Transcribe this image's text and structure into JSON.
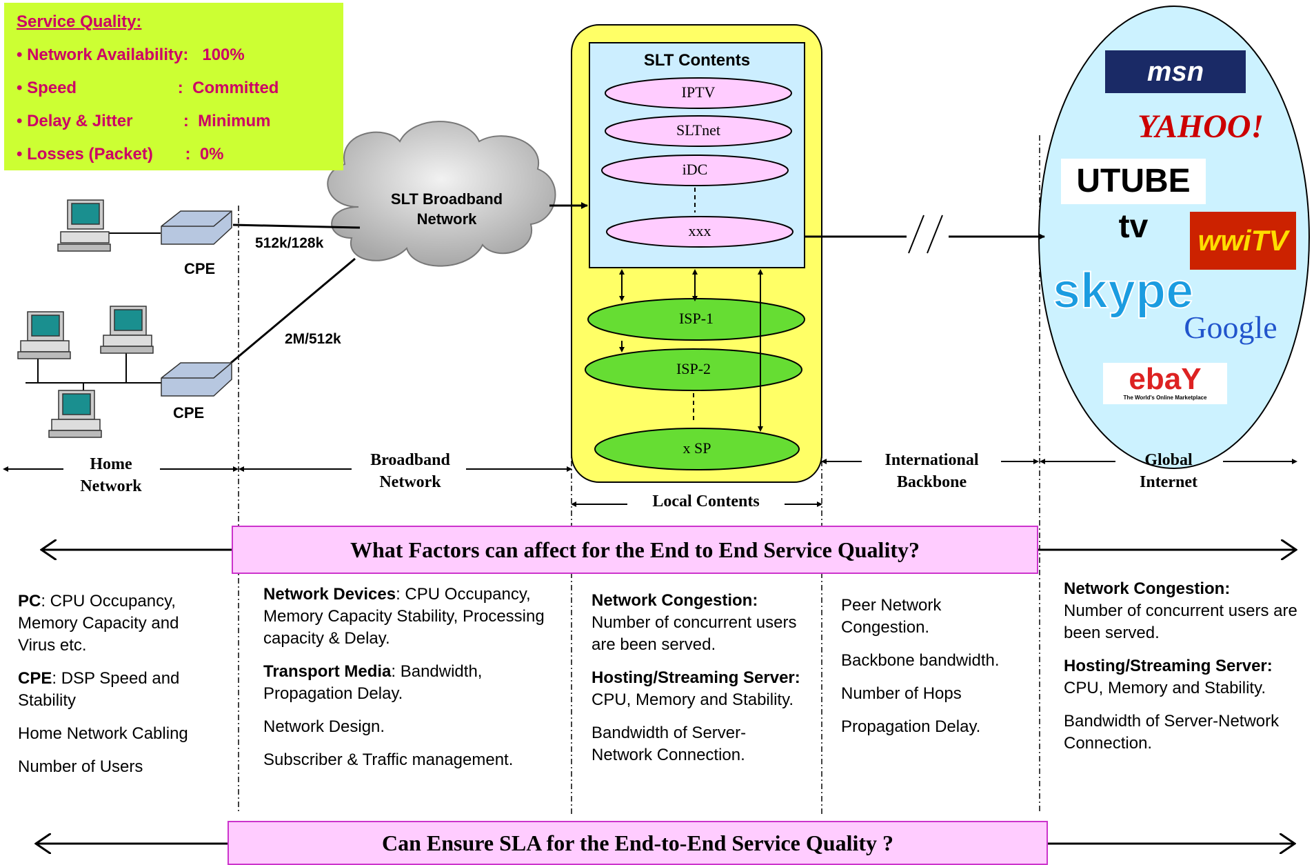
{
  "service_quality": {
    "title": "Service Quality:",
    "items": [
      "• Network Availability:   100%",
      "• Speed                      :  Committed",
      "• Delay & Jitter           :  Minimum",
      "• Losses (Packet)       :  0%"
    ]
  },
  "cloud_label": "SLT Broadband Network",
  "links": {
    "upper": "512k/128k",
    "lower": "2M/512k"
  },
  "cpe_label": "CPE",
  "slt_contents": {
    "title": "SLT Contents",
    "items": [
      "IPTV",
      "SLTnet",
      "iDC",
      "xxx"
    ]
  },
  "isps": [
    "ISP-1",
    "ISP-2",
    "x SP"
  ],
  "internet_logos": [
    "msn",
    "YAHOO!",
    "UTUBE tv",
    "wwiTV",
    "skype",
    "Google",
    "ebaY"
  ],
  "ebay_tagline": "The World's Online Marketplace",
  "segments": {
    "home": "Home Network",
    "broadband": "Broadband Network",
    "local": "Local Contents",
    "backbone": "International Backbone",
    "global": "Global Internet"
  },
  "banners": {
    "question": "What Factors can affect for the End to End Service Quality?",
    "sla": "Can Ensure SLA for the End-to-End Service Quality ?"
  },
  "factors": {
    "home": {
      "pc_head": "PC",
      "pc_text": ": CPU Occupancy, Memory Capacity and Virus etc.",
      "cpe_head": "CPE",
      "cpe_text": ": DSP Speed and Stability",
      "cabling": "Home Network Cabling",
      "users": "Number of Users"
    },
    "broadband": {
      "devices_head": "Network Devices",
      "devices_text": ": CPU Occupancy, Memory Capacity Stability, Processing capacity & Delay.",
      "media_head": "Transport Media",
      "media_text": ": Bandwidth, Propagation Delay.",
      "design": "Network Design.",
      "mgmt": "Subscriber & Traffic management."
    },
    "local": {
      "cong_head": "Network Congestion:",
      "cong_text": "Number of concurrent users are been served.",
      "host_head": "Hosting/Streaming Server:",
      "host_text": " CPU, Memory and Stability.",
      "bw": "Bandwidth of Server-Network Connection."
    },
    "backbone": {
      "peer": "Peer Network Congestion.",
      "bw": "Backbone bandwidth.",
      "hops": "Number of Hops",
      "prop": "Propagation Delay."
    },
    "global": {
      "cong_head": "Network Congestion:",
      "cong_text": "Number of concurrent users are been served.",
      "host_head": "Hosting/Streaming Server:",
      "host_text": " CPU, Memory and Stability.",
      "bw": "Bandwidth of Server-Network Connection."
    }
  },
  "colors": {
    "quality_box": "#ccff33",
    "quality_text": "#cc0066",
    "contents_panel": "#ffff66",
    "contents_inner": "#cceeff",
    "content_oval": "#ffccff",
    "isp_oval": "#66dd33",
    "internet_oval": "#ccf2ff",
    "banner": "#ffccff"
  }
}
